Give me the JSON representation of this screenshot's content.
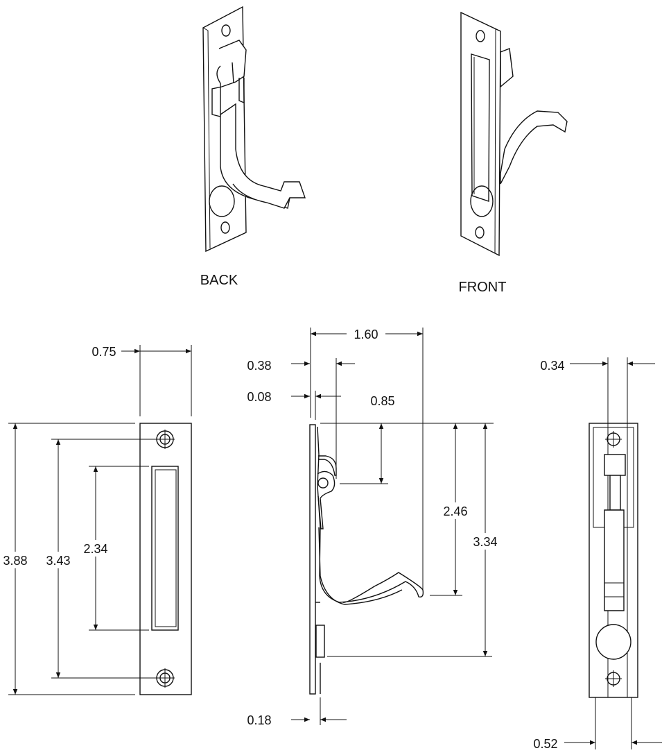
{
  "views": {
    "back_label": "BACK",
    "front_label": "FRONT"
  },
  "dimensions": {
    "side_width": "0.75",
    "overall_height": "3.88",
    "hole_spacing": "3.43",
    "slot_length": "2.34",
    "depth": "1.60",
    "offset_0_38": "0.38",
    "plate_thickness": "0.08",
    "pivot_drop": "0.85",
    "hook_drop": "2.46",
    "mount_height": "3.34",
    "flange_thickness": "0.18",
    "edge_width": "0.34",
    "ball_width": "0.52"
  }
}
